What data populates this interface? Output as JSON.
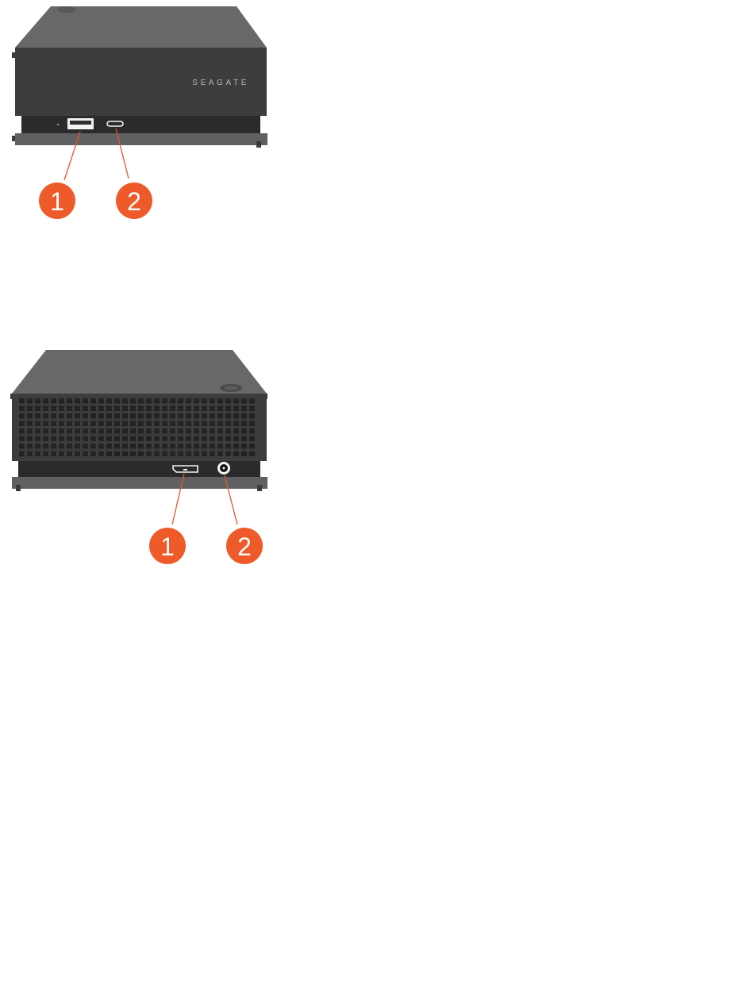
{
  "colors": {
    "enclosure_top": "#68686a",
    "enclosure_face": "#3d3d3f",
    "bezel": "#2b2b2d",
    "base": "#606062",
    "callout_fill": "#ee5a2a",
    "callout_line": "#e2562b",
    "port_white": "#f2f2f2"
  },
  "front_view": {
    "brand": "SEAGATE",
    "callouts": [
      {
        "label": "1",
        "port": "usb-a-port"
      },
      {
        "label": "2",
        "port": "usb-c-port"
      }
    ]
  },
  "rear_view": {
    "callouts": [
      {
        "label": "1",
        "port": "usb-micro-b-port"
      },
      {
        "label": "2",
        "port": "power-port"
      }
    ]
  }
}
